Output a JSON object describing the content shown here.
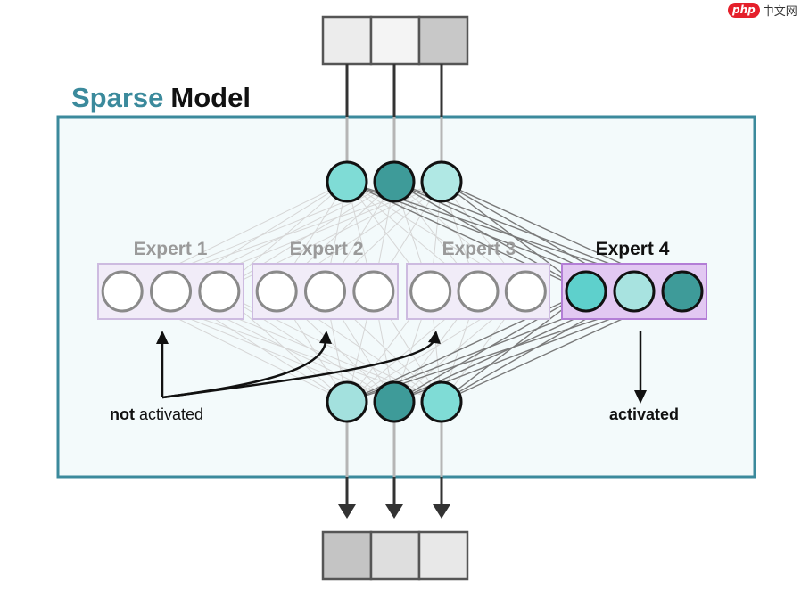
{
  "title": {
    "accent": "Sparse",
    "rest": "Model"
  },
  "experts": [
    {
      "label": "Expert 1",
      "active": false
    },
    {
      "label": "Expert 2",
      "active": false
    },
    {
      "label": "Expert 3",
      "active": false
    },
    {
      "label": "Expert 4",
      "active": true
    }
  ],
  "annotations": {
    "not_activated_bold": "not",
    "not_activated_rest": "activated",
    "activated": "activated"
  },
  "watermark": {
    "logo": "php",
    "text": "中文网"
  },
  "colors": {
    "teal_frame": "#3b8a9c",
    "teal_text": "#3b8a9c",
    "frame_fill": "#f3fafb",
    "expert_box_fill": "#f1ecf8",
    "expert_box_border": "#cdbbe0",
    "active_box_fill": "#e2c8f2",
    "active_box_border": "#b37ed6",
    "neuron_light": "#a8e3e0",
    "neuron_mid": "#5ed0cc",
    "neuron_dark": "#3e9b99",
    "inactive_neuron_stroke": "#8a8a8a",
    "input_cells": [
      "#ececec",
      "#f4f4f4",
      "#c8c8c8"
    ],
    "output_cells": [
      "#c4c4c4",
      "#dedede",
      "#e8e8e8"
    ],
    "top_neurons": [
      "#7fdcd6",
      "#3e9b99",
      "#b0e8e4"
    ],
    "bottom_neurons": [
      "#a3e1de",
      "#3e9b99",
      "#7fdcd6"
    ],
    "expert4_neurons": [
      "#5ed0cc",
      "#a8e3e0",
      "#3e9b99"
    ]
  }
}
